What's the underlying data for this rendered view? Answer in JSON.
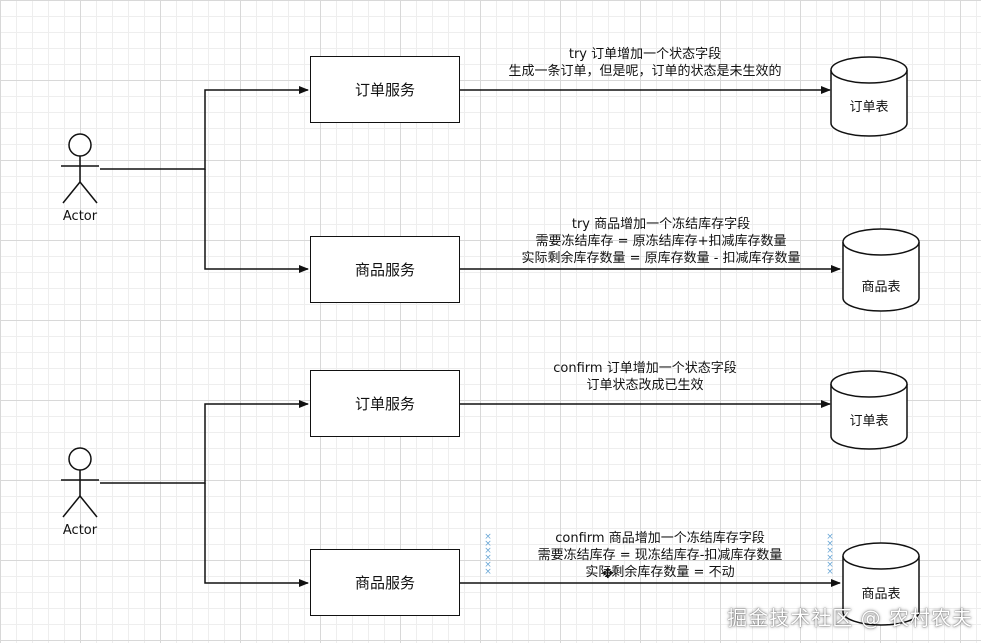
{
  "sections": [
    {
      "actor_label": "Actor",
      "rows": [
        {
          "service": "订单服务",
          "note_lines": [
            "try 订单增加一个状态字段",
            "生成一条订单，但是呢，订单的状态是未生效的"
          ],
          "table": "订单表"
        },
        {
          "service": "商品服务",
          "note_lines": [
            "try 商品增加一个冻结库存字段",
            "需要冻结库存 = 原冻结库存+扣减库存数量",
            "实际剩余库存数量 = 原库存数量 - 扣减库存数量"
          ],
          "table": "商品表"
        }
      ]
    },
    {
      "actor_label": "Actor",
      "rows": [
        {
          "service": "订单服务",
          "note_lines": [
            "confirm 订单增加一个状态字段",
            "订单状态改成已生效"
          ],
          "table": "订单表"
        },
        {
          "service": "商品服务",
          "note_lines": [
            "confirm 商品增加一个冻结库存字段",
            "需要冻结库存 = 现冻结库存-扣减库存数量",
            "实际剩余库存数量 = 不动"
          ],
          "table": "商品表"
        }
      ]
    }
  ],
  "watermark": "掘金技术社区 @ 农村农夫"
}
